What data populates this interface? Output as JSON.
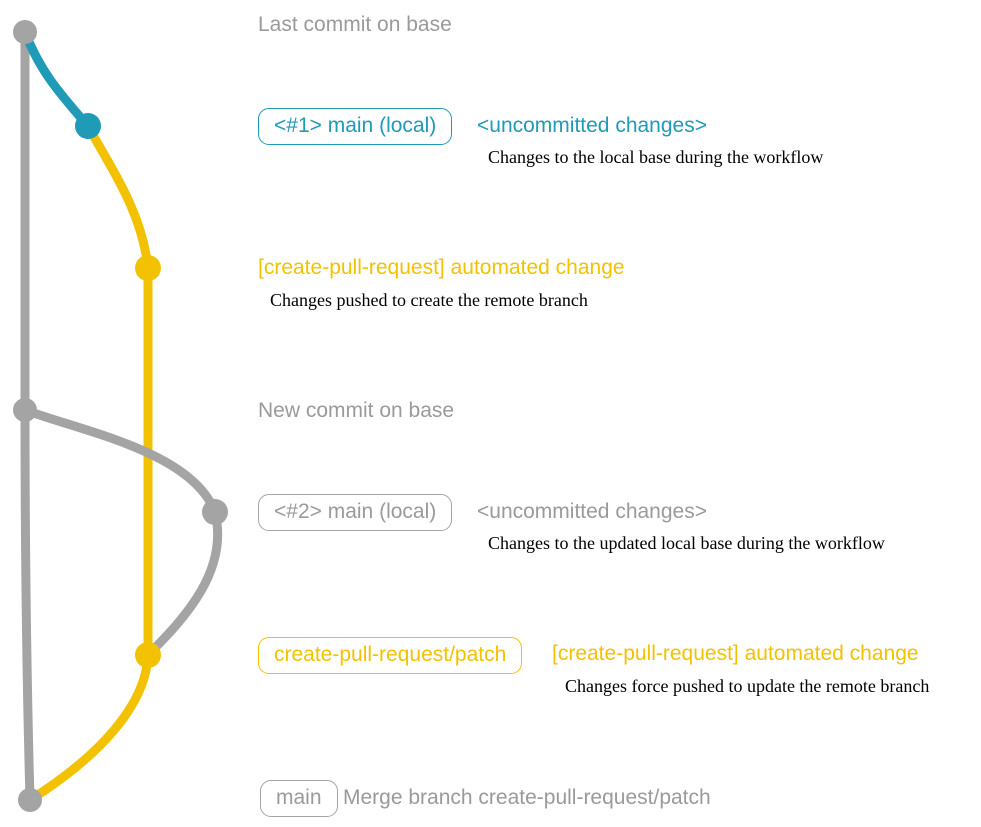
{
  "colors": {
    "gray": "#a4a4a4",
    "gray-text": "#9a9a9a",
    "teal": "#1f9ab7",
    "yellow": "#f2c200",
    "black": "#000000"
  },
  "graph": {
    "row_last_commit": {
      "text": "Last commit on base"
    },
    "row_branch1": {
      "badge": "<#1> main (local)",
      "status": "<uncommitted changes>",
      "desc": "Changes to the local base during the workflow"
    },
    "row_auto1": {
      "label": "[create-pull-request] automated change",
      "desc": "Changes pushed to create the remote branch"
    },
    "row_new_commit": {
      "text": "New commit on base"
    },
    "row_branch2": {
      "badge": "<#2> main (local)",
      "status": "<uncommitted changes>",
      "desc": "Changes to the updated local base during the workflow"
    },
    "row_patch": {
      "badge": "create-pull-request/patch",
      "label": "[create-pull-request] automated change",
      "desc": "Changes force pushed to update the remote branch"
    },
    "row_merge": {
      "badge": "main",
      "text": "Merge branch create-pull-request/patch"
    }
  }
}
